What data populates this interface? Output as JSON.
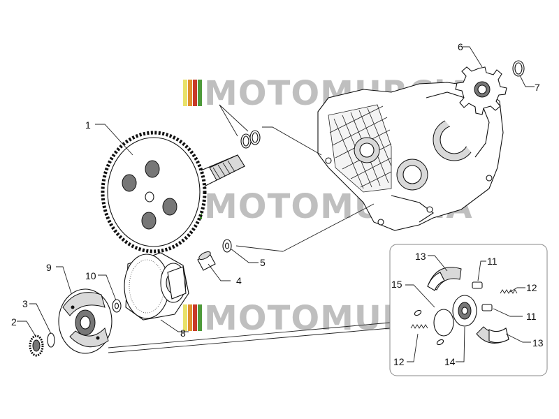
{
  "watermark": {
    "text": "MOTOMURCiA",
    "colors": [
      "#e8e26a",
      "#e0902e",
      "#c83a2a",
      "#4e9a3a"
    ]
  },
  "callouts": {
    "c1": "1",
    "c2": "2",
    "c3": "3",
    "c4": "4",
    "c5": "5",
    "c6": "6",
    "c7": "7",
    "c8": "8",
    "c9": "9",
    "c10": "10",
    "d11a": "11",
    "d11b": "11",
    "d12a": "12",
    "d12b": "12",
    "d13a": "13",
    "d13b": "13",
    "d14": "14",
    "d15": "15"
  }
}
